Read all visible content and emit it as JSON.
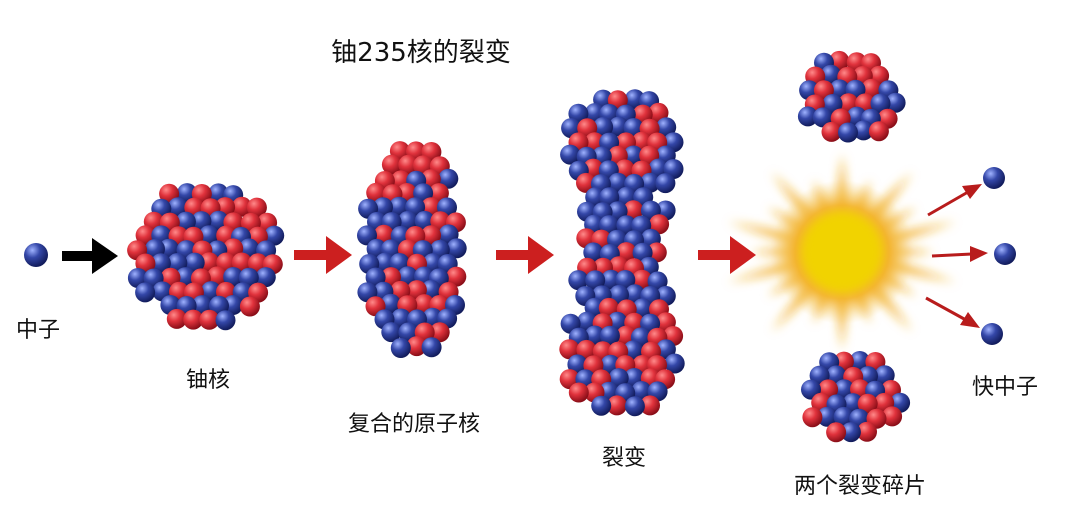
{
  "title": "铀235核的裂变",
  "labels": {
    "neutron": "中子",
    "uranium_nucleus": "铀核",
    "compound_nucleus": "复合的原子核",
    "fission": "裂变",
    "two_fragments": "两个裂变碎片",
    "fast_neutrons": "快中子"
  },
  "colors": {
    "proton": "#d42a35",
    "neutron": "#2d3e9c",
    "process_arrow": "#cc1f1f",
    "input_arrow": "#000000",
    "explosion_core": "#f5d400",
    "explosion_glow": "#f2a000"
  },
  "icons": {
    "nucleons": "red-blue-spheres",
    "explosion": "yellow-burst"
  }
}
